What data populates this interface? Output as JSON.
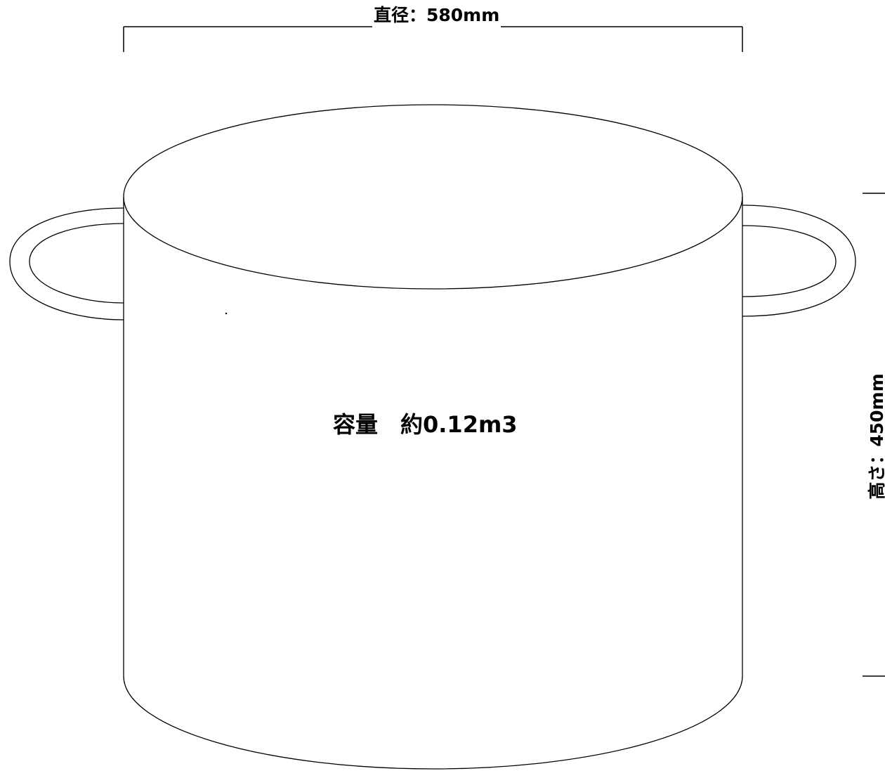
{
  "diagram": {
    "diameter_label": "直径：580mm",
    "height_label": "高さ：450mm",
    "capacity_label": "容量　約0.12m3",
    "line_color": "#000000",
    "background_color": "#ffffff"
  }
}
